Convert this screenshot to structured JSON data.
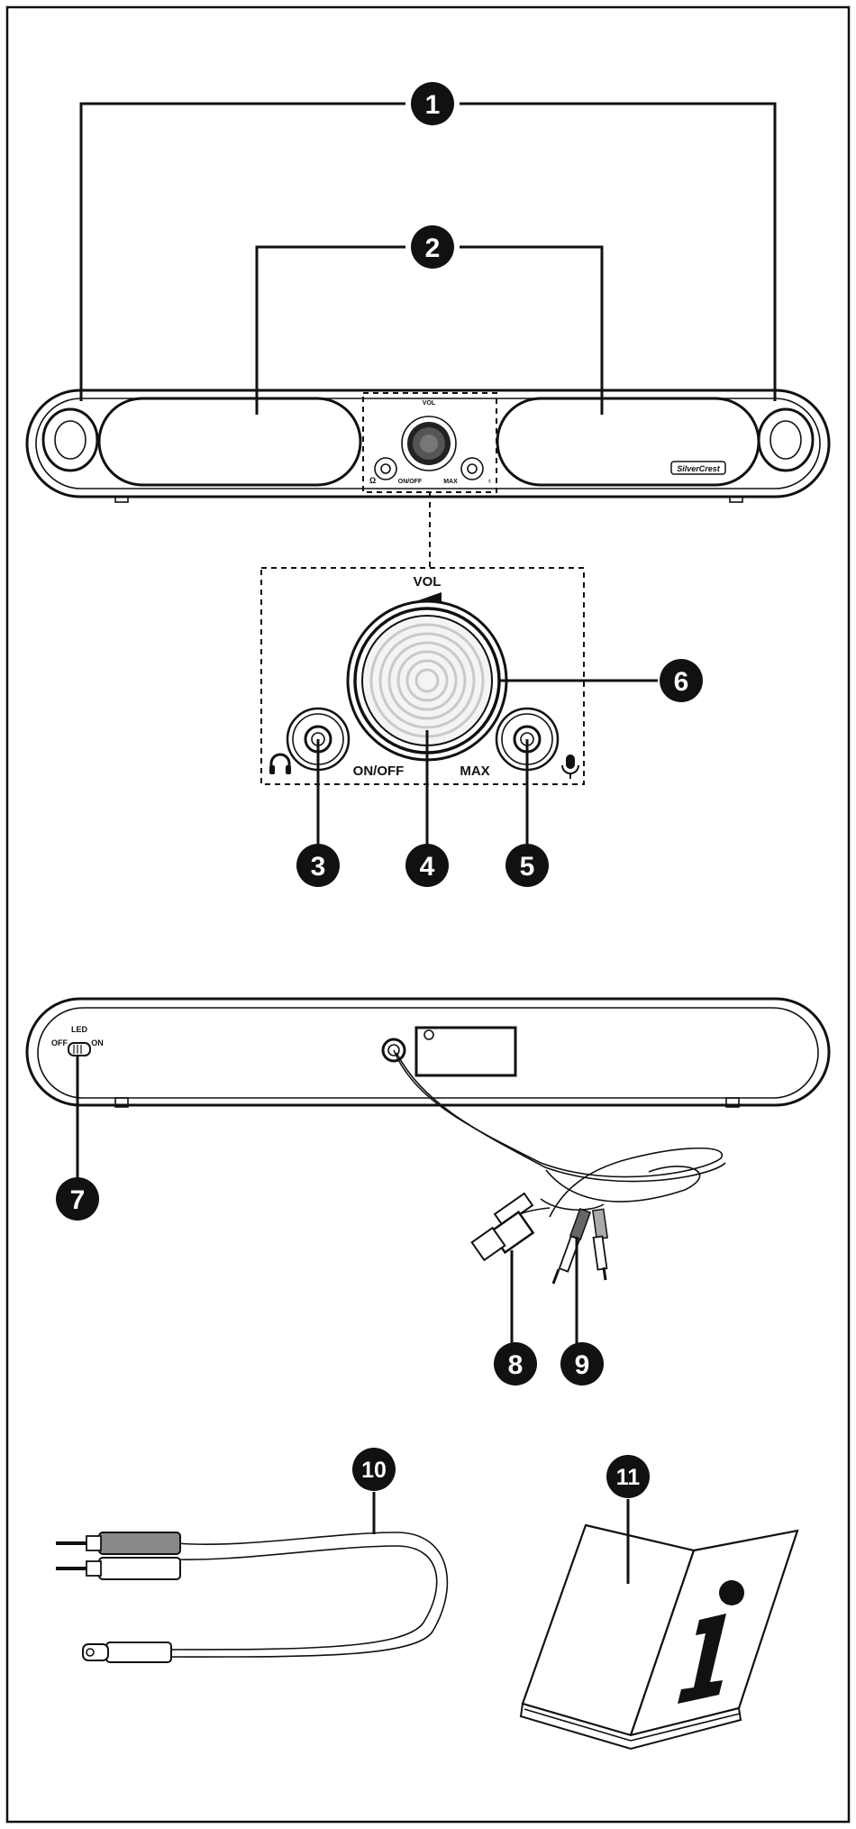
{
  "callouts": [
    "1",
    "2",
    "3",
    "4",
    "5",
    "6",
    "7",
    "8",
    "9",
    "10",
    "11"
  ],
  "front_panel": {
    "vol_label": "VOL",
    "onoff_label": "ON/OFF",
    "max_label": "MAX",
    "brand_text": "SilverCrest"
  },
  "back_panel": {
    "led_label": "LED",
    "off_label": "OFF",
    "on_label": "ON"
  },
  "icons": [
    "headphones-icon",
    "microphone-icon",
    "volume-ramp-icon",
    "usb-plug-icon",
    "audio-jack-icon",
    "rca-plug-icon",
    "info-icon"
  ]
}
